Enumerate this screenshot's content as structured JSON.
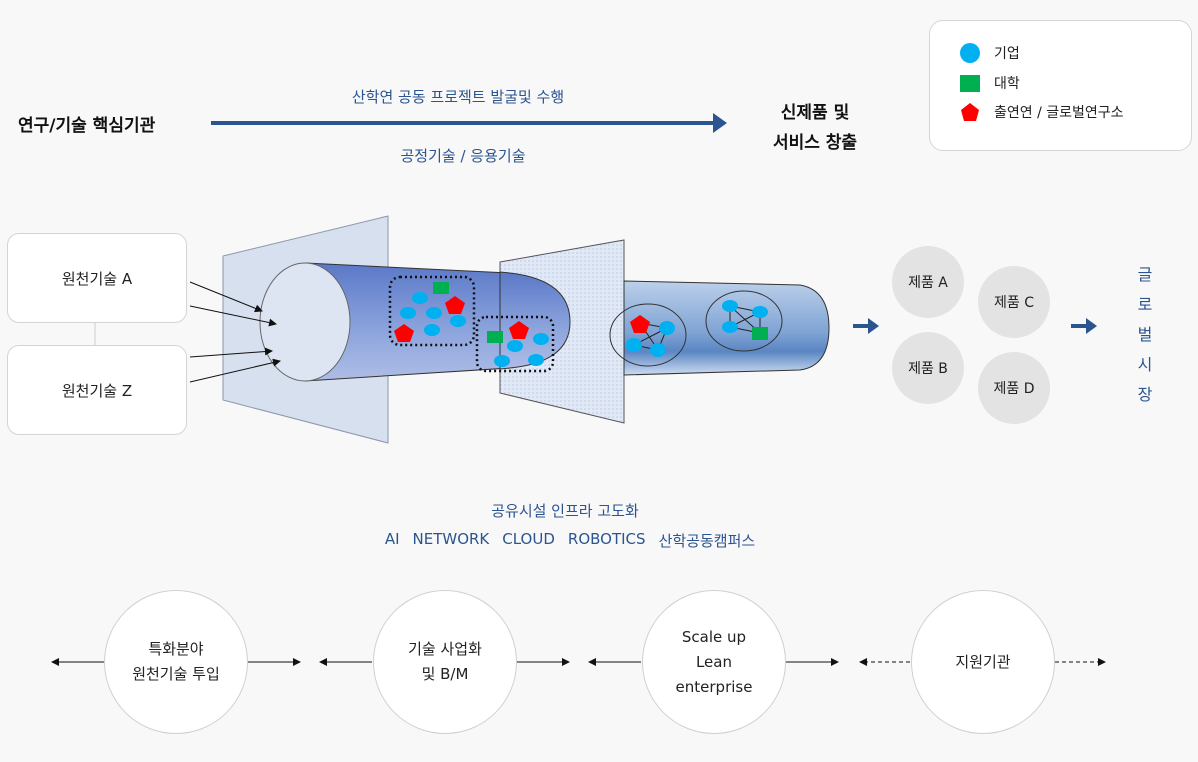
{
  "top_flow": {
    "source_label": "연구/기술 핵심기관",
    "arrow_label_top": "산학연 공동 프로젝트 발굴및 수행",
    "arrow_label_bottom": "공정기술 / 응용기술",
    "target_label_line1": "신제품 및",
    "target_label_line2": "서비스 창출"
  },
  "legend": {
    "items": [
      {
        "shape": "circle",
        "label": "기업",
        "color": "#00b0f0"
      },
      {
        "shape": "square",
        "label": "대학",
        "color": "#00b050"
      },
      {
        "shape": "pentagon",
        "label": "출연연 / 글로벌연구소",
        "color": "#ff0000"
      }
    ]
  },
  "sources": [
    {
      "label": "원천기술 A"
    },
    {
      "label": "원천기술 Z"
    }
  ],
  "products": [
    {
      "label": "제품 A"
    },
    {
      "label": "제품 B"
    },
    {
      "label": "제품 C"
    },
    {
      "label": "제품 D"
    }
  ],
  "market_label_chars": [
    "글",
    "로",
    "벌",
    "시",
    "장"
  ],
  "infra": {
    "title": "공유시설 인프라 고도화",
    "items": [
      "AI",
      "NETWORK",
      "CLOUD",
      "ROBOTICS",
      "산학공동캠퍼스"
    ]
  },
  "stages": [
    {
      "lines": [
        "특화분야",
        "원천기술 투입"
      ],
      "arrows": "solid"
    },
    {
      "lines": [
        "기술 사업화",
        "및 B/M"
      ],
      "arrows": "solid"
    },
    {
      "lines": [
        "Scale up",
        "Lean",
        "enterprise"
      ],
      "arrows": "solid"
    },
    {
      "lines": [
        "지원기관"
      ],
      "arrows": "dashed"
    }
  ],
  "colors": {
    "accent_blue": "#2b5591",
    "company": "#00b0f0",
    "university": "#00b050",
    "institute": "#ff0000"
  }
}
